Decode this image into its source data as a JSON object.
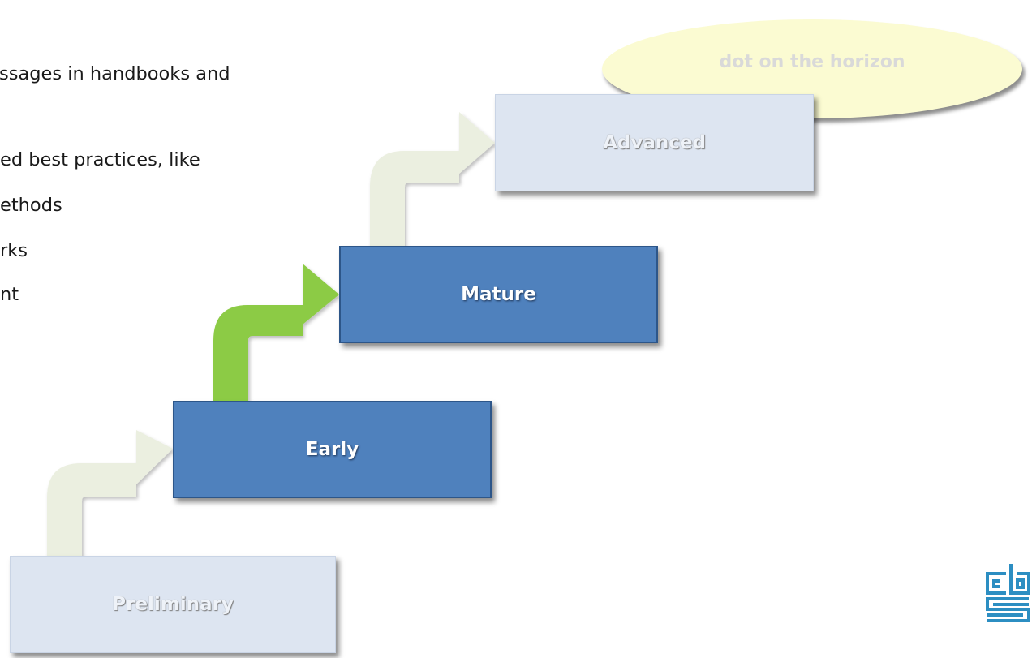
{
  "bullets": [
    "ssages in handbooks and",
    "ed best practices, like",
    "ethods",
    "rks",
    "nt"
  ],
  "stages": {
    "preliminary": "Preliminary",
    "early": "Early",
    "mature": "Mature",
    "advanced": "Advanced"
  },
  "goal_label": "dot on the horizon",
  "colors": {
    "pale_box": "#dde5f1",
    "solid_box": "#4f81bd",
    "pale_arrow": "#ebefe0",
    "green_arrow": "#8ccb45",
    "ellipse": "#fbfbd2"
  },
  "logo_text": "cbs"
}
